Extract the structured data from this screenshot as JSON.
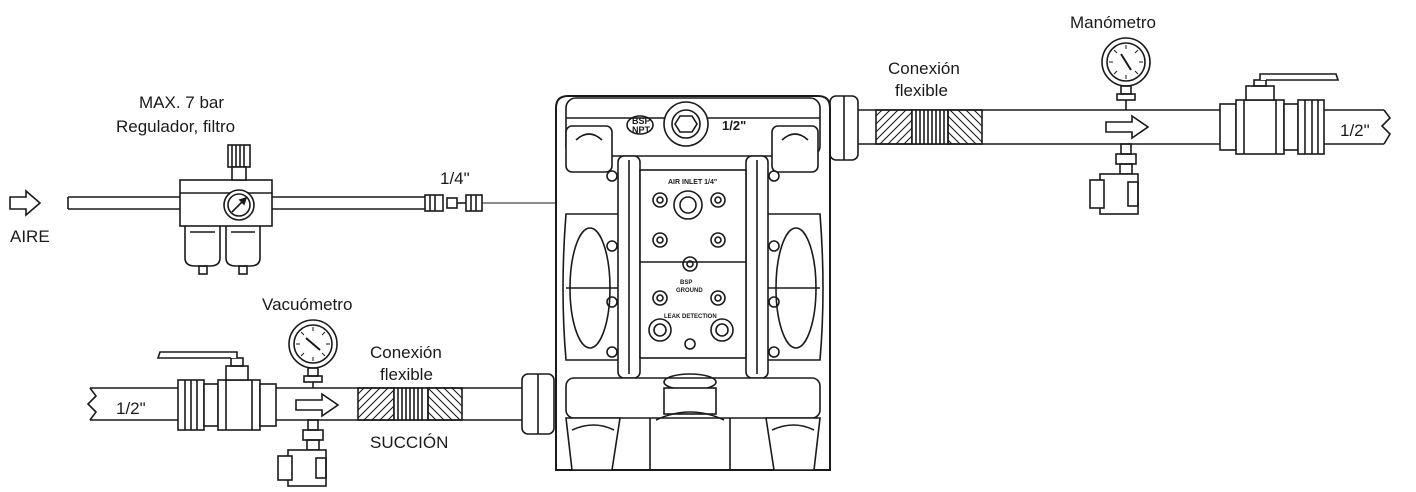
{
  "labels": {
    "air_line1": "MAX. 7 bar",
    "air_line2": "Regulador, filtro",
    "air_in": "AIRE",
    "air_size": "1/4\"",
    "manometer": "Manómetro",
    "vacuometer": "Vacuómetro",
    "flex_out_1": "Conexión",
    "flex_out_2": "flexible",
    "flex_in_1": "Conexión",
    "flex_in_2": "flexible",
    "suction": "SUCCIÓN",
    "out_size": "1/2\"",
    "in_size": "1/2\"",
    "pump_top": "1/2\"",
    "pump_bsp_1": "BSP",
    "pump_bsp_2": "NPT",
    "air_inlet_tag": "AIR INLET 1/4\"",
    "bsp_tag_1": "BSP",
    "bsp_tag_2": "GROUND",
    "leak_tag": "LEAK DETECTION"
  },
  "colors": {
    "line": "#1a1a1a",
    "fill": "#ffffff"
  }
}
